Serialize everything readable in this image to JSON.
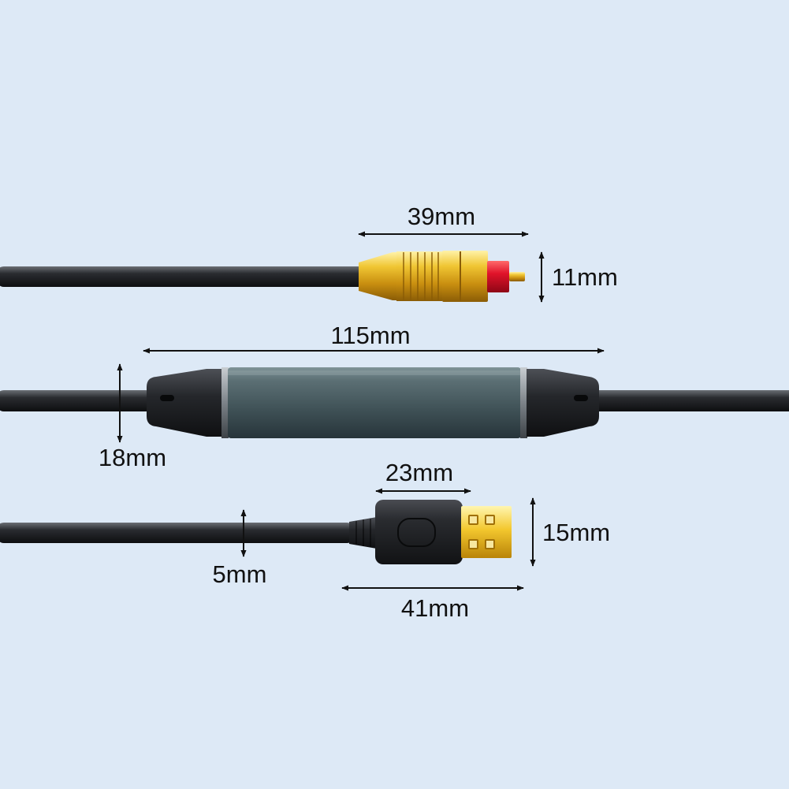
{
  "colors": {
    "background": "#dde9f6",
    "cable": "#1b1c1e",
    "dimension_line": "#111111",
    "gold": "#e2b41c",
    "optical_tip": "#e0132a",
    "housing": "#4c6065",
    "usb_body": "#222428"
  },
  "components": {
    "optical_plug": {
      "label": "39mm",
      "height_label": "11mm"
    },
    "adapter_box": {
      "label": "115mm",
      "height_label": "18mm"
    },
    "usb_plug": {
      "head_label": "23mm",
      "length_label": "41mm",
      "height_label": "15mm",
      "cable_label": "5mm"
    }
  }
}
